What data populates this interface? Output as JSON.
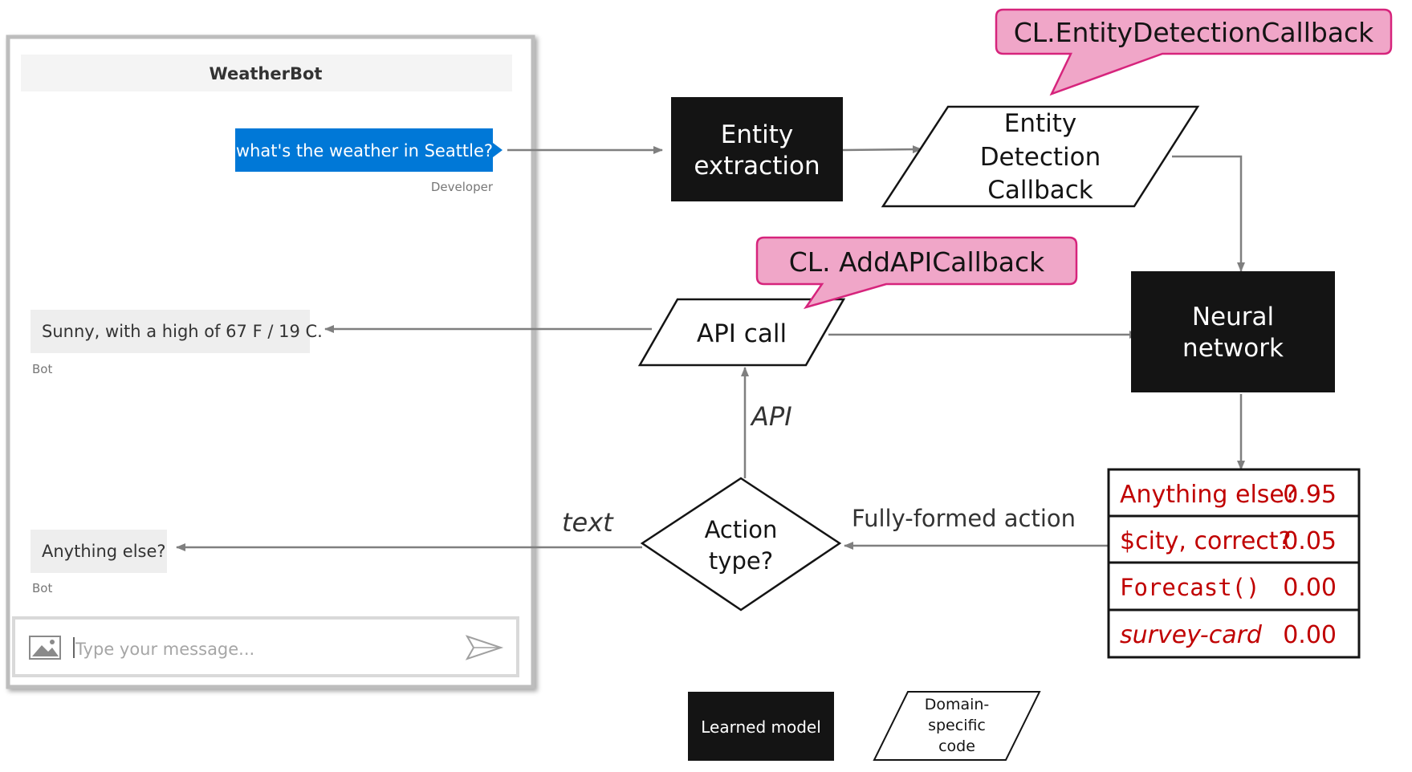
{
  "chat": {
    "title": "WeatherBot",
    "messages": [
      {
        "text": "what's the weather in Seattle?",
        "sender": "Developer"
      },
      {
        "text": "Sunny, with a high of 67 F / 19 C.",
        "sender": "Bot"
      },
      {
        "text": "Anything else?",
        "sender": "Bot"
      }
    ],
    "input_placeholder": "Type your message..."
  },
  "flow": {
    "entity_extraction": [
      "Entity",
      "extraction"
    ],
    "entity_detection_callback": [
      "Entity",
      "Detection",
      "Callback"
    ],
    "callout_entity": "CL.EntityDetectionCallback",
    "callout_api": "CL. AddAPICallback",
    "api_call": "API call",
    "neural_network": [
      "Neural",
      "network"
    ],
    "action_type": [
      "Action",
      "type?"
    ],
    "label_api": "API",
    "label_text": "text",
    "label_fully_formed": "Fully-formed action"
  },
  "actions_table": {
    "rows": [
      {
        "action": "Anything else?",
        "score": "0.95",
        "style": "plain"
      },
      {
        "action": "$city, correct?",
        "score": "0.05",
        "style": "plain"
      },
      {
        "action": "Forecast()",
        "score": "0.00",
        "style": "mono"
      },
      {
        "action": "survey-card",
        "score": "0.00",
        "style": "italic"
      }
    ]
  },
  "legend": {
    "learned_model": "Learned model",
    "domain_specific_code": [
      "Domain-",
      "specific",
      "code"
    ]
  },
  "colors": {
    "user_bubble": "#0078d7",
    "callout_fill": "#f0a6c8",
    "callout_stroke": "#d6247c",
    "action_text": "#c00000",
    "model_box": "#141414",
    "arrow": "#7f7f7f"
  }
}
